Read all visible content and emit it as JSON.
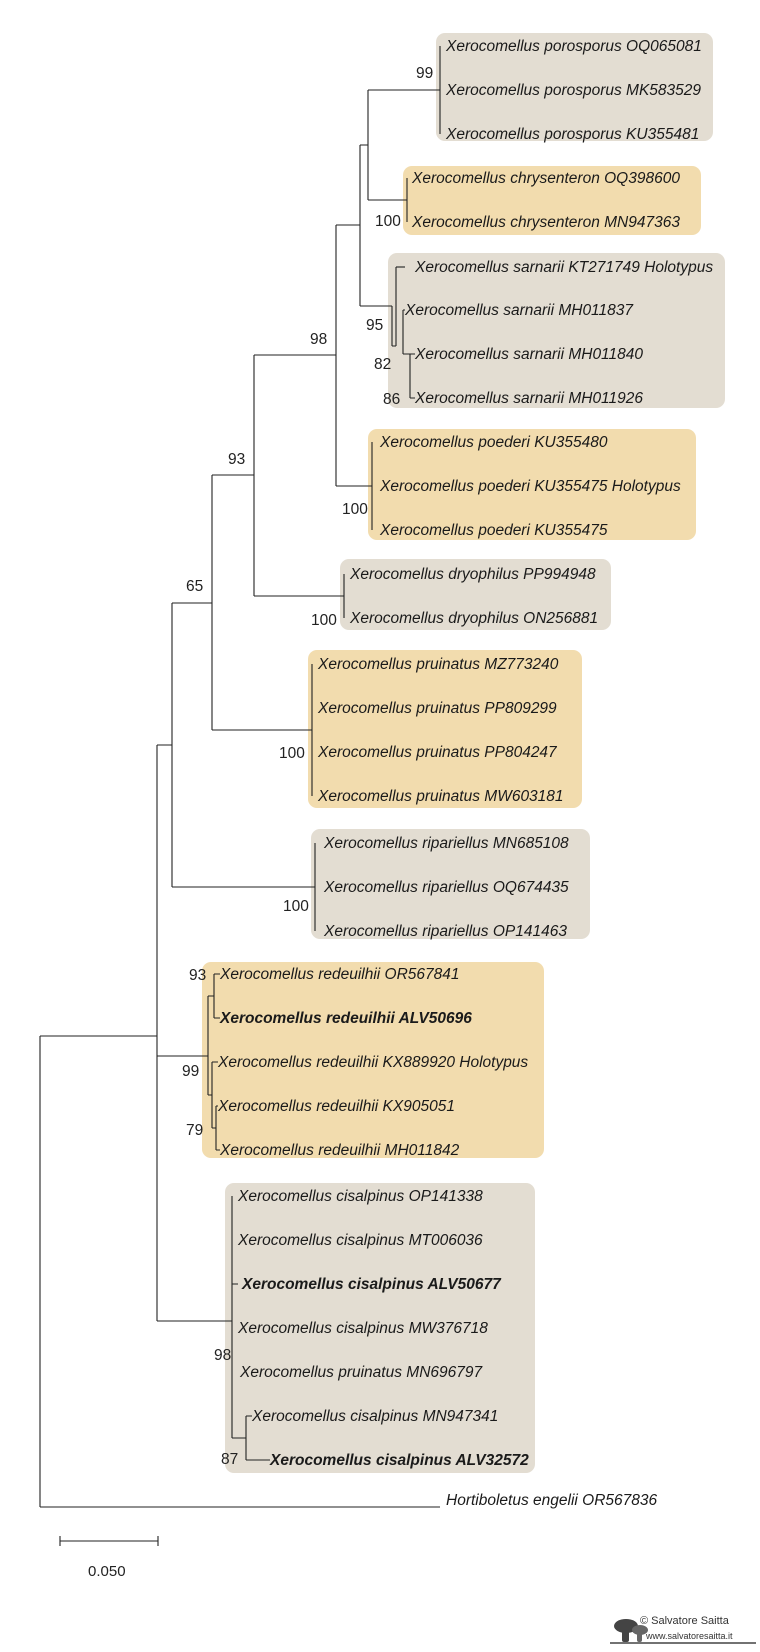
{
  "tree": {
    "clades": [
      {
        "id": "porosporus",
        "color": "#e3ddd2",
        "support": "99",
        "taxa": [
          {
            "label": "Xerocomellus porosporus OQ065081",
            "bold": false
          },
          {
            "label": "Xerocomellus porosporus MK583529",
            "bold": false
          },
          {
            "label": "Xerocomellus porosporus KU355481",
            "bold": false
          }
        ]
      },
      {
        "id": "chrysenteron",
        "color": "#f2dcae",
        "support": "100",
        "taxa": [
          {
            "label": "Xerocomellus chrysenteron OQ398600",
            "bold": false
          },
          {
            "label": "Xerocomellus chrysenteron MN947363",
            "bold": false
          }
        ]
      },
      {
        "id": "sarnarii",
        "color": "#e3ddd2",
        "support": "",
        "taxa": [
          {
            "label": "Xerocomellus sarnarii KT271749 Holotypus",
            "bold": false
          },
          {
            "label": "Xerocomellus sarnarii MH011837",
            "bold": false
          },
          {
            "label": "Xerocomellus sarnarii MH011840",
            "bold": false
          },
          {
            "label": "Xerocomellus sarnarii MH011926",
            "bold": false
          }
        ]
      },
      {
        "id": "poederi",
        "color": "#f2dcae",
        "support": "100",
        "taxa": [
          {
            "label": "Xerocomellus poederi KU355480",
            "bold": false
          },
          {
            "label": "Xerocomellus poederi KU355475 Holotypus",
            "bold": false
          },
          {
            "label": "Xerocomellus poederi KU355475",
            "bold": false
          }
        ]
      },
      {
        "id": "dryophilus",
        "color": "#e3ddd2",
        "support": "100",
        "taxa": [
          {
            "label": "Xerocomellus dryophilus PP994948",
            "bold": false
          },
          {
            "label": "Xerocomellus dryophilus ON256881",
            "bold": false
          }
        ]
      },
      {
        "id": "pruinatus",
        "color": "#f2dcae",
        "support": "100",
        "taxa": [
          {
            "label": "Xerocomellus pruinatus MZ773240",
            "bold": false
          },
          {
            "label": "Xerocomellus pruinatus PP809299",
            "bold": false
          },
          {
            "label": "Xerocomellus pruinatus PP804247",
            "bold": false
          },
          {
            "label": "Xerocomellus pruinatus MW603181",
            "bold": false
          }
        ]
      },
      {
        "id": "ripariellus",
        "color": "#e3ddd2",
        "support": "100",
        "taxa": [
          {
            "label": "Xerocomellus ripariellus MN685108",
            "bold": false
          },
          {
            "label": "Xerocomellus ripariellus OQ674435",
            "bold": false
          },
          {
            "label": "Xerocomellus ripariellus OP141463",
            "bold": false
          }
        ]
      },
      {
        "id": "redeuilhii",
        "color": "#f2dcae",
        "support": "",
        "taxa": [
          {
            "label": "Xerocomellus redeuilhii OR567841",
            "bold": false
          },
          {
            "label": "Xerocomellus redeuilhii ALV50696",
            "bold": true
          },
          {
            "label": "Xerocomellus redeuilhii KX889920 Holotypus",
            "bold": false
          },
          {
            "label": "Xerocomellus redeuilhii KX905051",
            "bold": false
          },
          {
            "label": "Xerocomellus redeuilhii MH011842",
            "bold": false
          }
        ]
      },
      {
        "id": "cisalpinus",
        "color": "#e3ddd2",
        "support": "98",
        "taxa": [
          {
            "label": "Xerocomellus cisalpinus OP141338",
            "bold": false
          },
          {
            "label": "Xerocomellus cisalpinus MT006036",
            "bold": false
          },
          {
            "label": "Xerocomellus cisalpinus ALV50677",
            "bold": true
          },
          {
            "label": "Xerocomellus cisalpinus MW376718",
            "bold": false
          },
          {
            "label": "Xerocomellus pruinatus MN696797",
            "bold": false
          },
          {
            "label": "Xerocomellus cisalpinus MN947341",
            "bold": false
          },
          {
            "label": "Xerocomellus cisalpinus ALV32572",
            "bold": true
          }
        ]
      }
    ],
    "outgroup": {
      "label": "Hortiboletus engelii OR567836",
      "bold": false
    },
    "internal_supports": {
      "n98": "98",
      "n93": "93",
      "n65": "65",
      "sarnarii_95": "95",
      "sarnarii_82": "82",
      "sarnarii_86": "86",
      "redeuilhii_93": "93",
      "redeuilhii_99": "99",
      "redeuilhii_79": "79",
      "cisalpinus_87": "87"
    }
  },
  "scale_bar": {
    "label": "0.050",
    "value": 0.05
  },
  "credit": {
    "name": "© Salvatore Saitta",
    "url": "www.salvatoresaitta.it"
  }
}
